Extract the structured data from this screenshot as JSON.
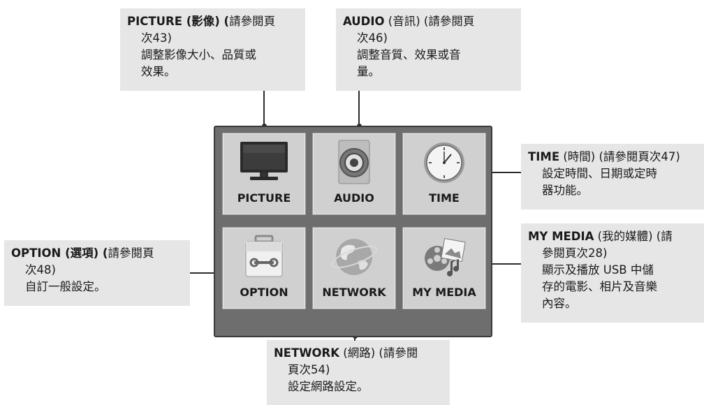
{
  "menu": {
    "tiles": [
      {
        "label": "PICTURE",
        "icon": "tv-icon"
      },
      {
        "label": "AUDIO",
        "icon": "speaker-icon"
      },
      {
        "label": "TIME",
        "icon": "clock-icon"
      },
      {
        "label": "OPTION",
        "icon": "toolbox-icon"
      },
      {
        "label": "NETWORK",
        "icon": "globe-icon"
      },
      {
        "label": "MY MEDIA",
        "icon": "media-icon"
      }
    ]
  },
  "callouts": {
    "picture": {
      "title": "PICTURE (影像) (",
      "ref_bold_part": "請參閱頁",
      "ref_line2": "次43)",
      "desc1": "調整影像大小、品質或",
      "desc2": "效果。"
    },
    "audio": {
      "title": "AUDIO",
      "title_cn": " (音訊) (請參閱頁",
      "ref_line2": "次46)",
      "desc1": "調整音質、效果或音",
      "desc2": "量。"
    },
    "time": {
      "title": "TIME",
      "title_cn": " (時間) (請參閱頁次47)",
      "desc1": "設定時間、日期或定時",
      "desc2": "器功能。"
    },
    "media": {
      "title": "MY MEDIA",
      "title_cn": " (我的媒體) (請",
      "ref_line2": "參閱頁次28)",
      "desc1": "顯示及播放 USB 中儲",
      "desc2": "存的電影、相片及音樂",
      "desc3": "內容。"
    },
    "option": {
      "title": "OPTION (選項) (",
      "ref_bold_part": "請參閱頁",
      "ref_line2": "次48)",
      "desc1": "自訂一般設定。"
    },
    "network": {
      "title": "NETWORK",
      "title_cn": " (網路) (請參閱",
      "ref_line2": "頁次54)",
      "desc1": "設定網路設定。"
    }
  },
  "colors": {
    "callout_bg": "#e6e6e6",
    "frame": "#6e6e6e",
    "tile": "#d0d0d0"
  }
}
